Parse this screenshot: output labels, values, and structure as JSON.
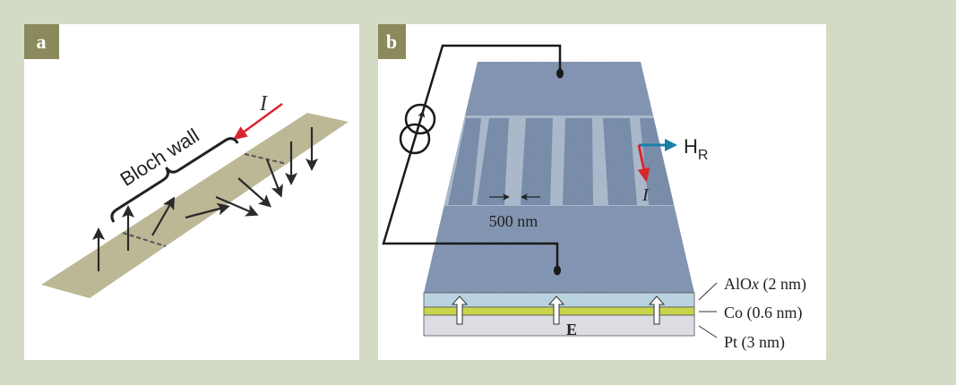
{
  "panel_a": {
    "label": "a",
    "wall_label": "Bloch wall",
    "current_label": "I"
  },
  "panel_b": {
    "label": "b",
    "field_label": "H",
    "field_sub": "R",
    "current_label": "I",
    "scale_label": "500 nm",
    "field_E_label": "E",
    "layers": [
      {
        "name": "AlO",
        "sub": "x",
        "thickness": " (2 nm)"
      },
      {
        "name": "Co",
        "thickness": " (0.6 nm)"
      },
      {
        "name": "Pt",
        "thickness": " (3 nm)"
      }
    ]
  },
  "colors": {
    "background": "#d4dbc5",
    "label_box": "#8b8a5c",
    "strip": "#bcb896",
    "current_arrow": "#d9262e",
    "field_arrow": "#1a7fa8",
    "sample": "#7a8fb0",
    "alox": "#b9d3e0",
    "co": "#c8d44a",
    "pt": "#dcdde2"
  }
}
